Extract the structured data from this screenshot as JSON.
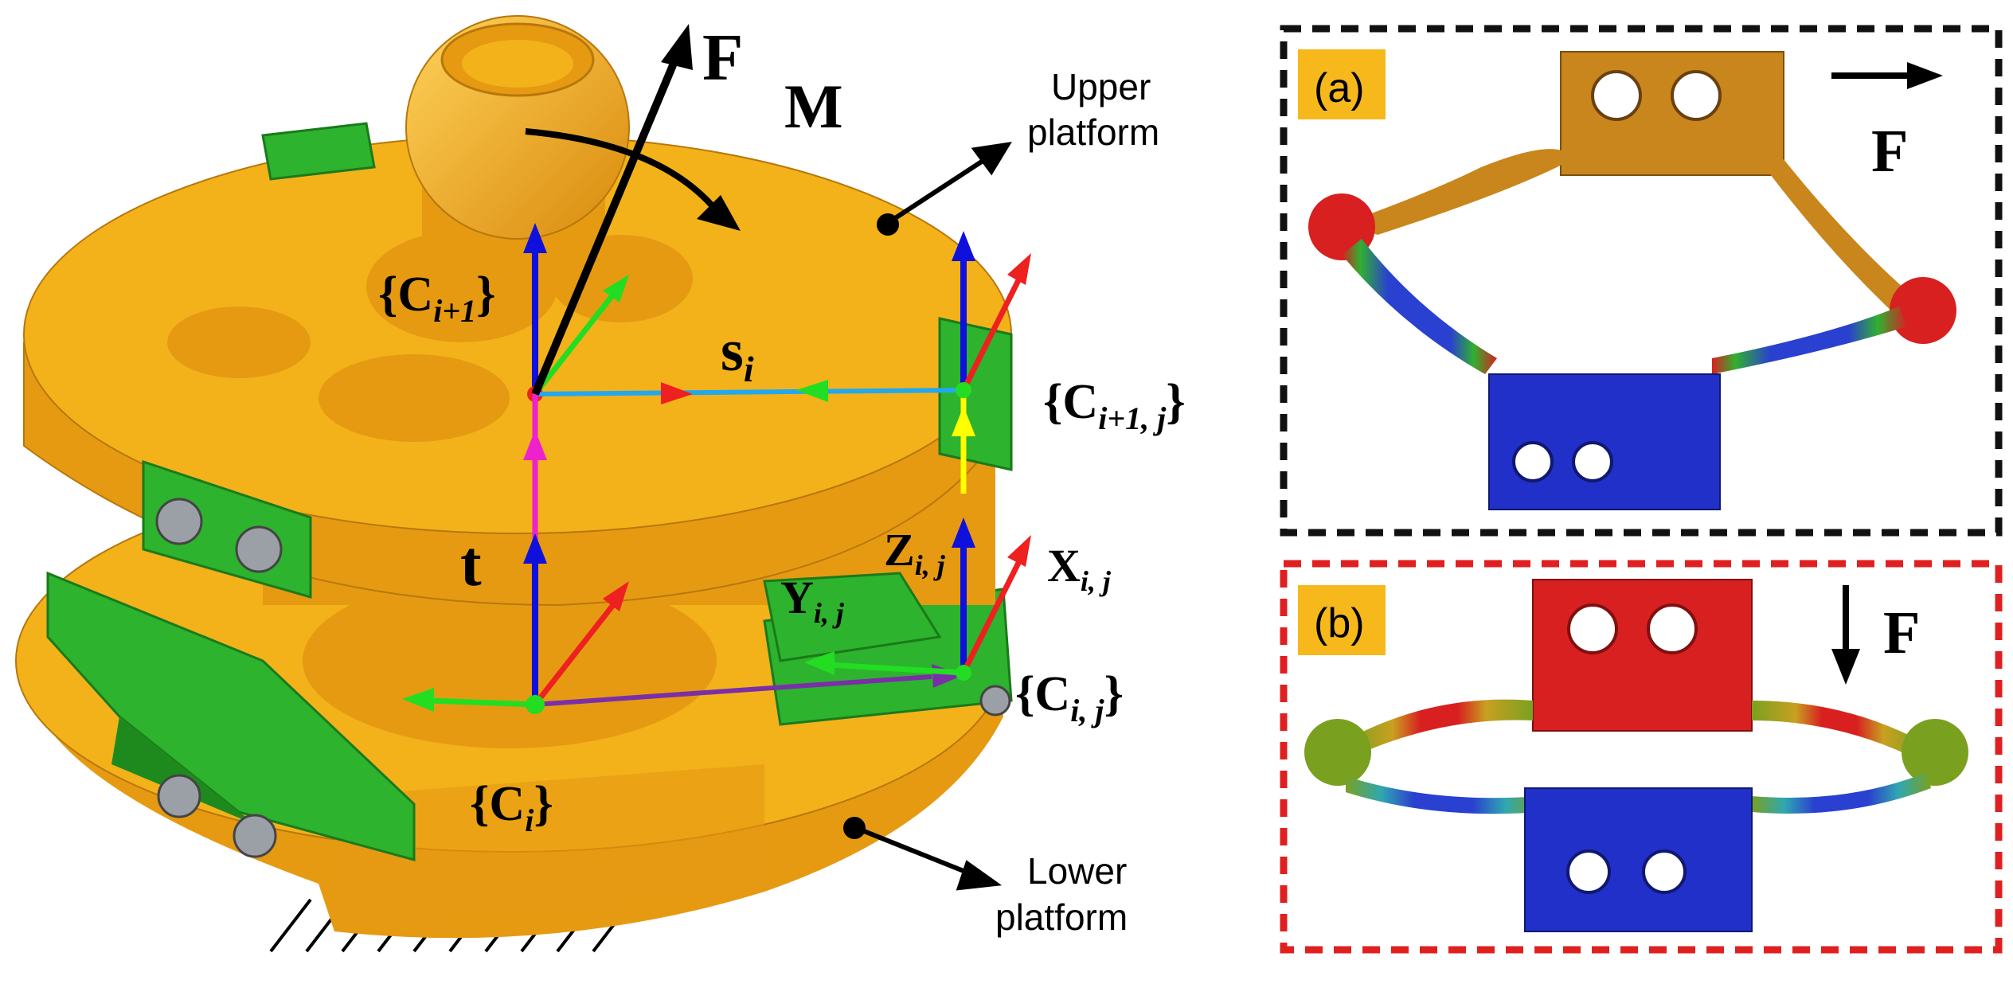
{
  "labels": {
    "force_symbol": "F",
    "moment_symbol": "M",
    "upper_platform_line1": "Upper",
    "upper_platform_line2": "platform",
    "lower_platform_line1": "Lower",
    "lower_platform_line2": "platform",
    "frame_ci1": "{C",
    "frame_ci1_sub": "i+1",
    "frame_ci1_close": "}",
    "frame_ci1j": "{C",
    "frame_ci1j_sub": "i+1, j",
    "frame_ci1j_close": "}",
    "frame_cij": "{C",
    "frame_cij_sub": "i, j",
    "frame_cij_close": "}",
    "frame_ci": "{C",
    "frame_ci_sub": "i",
    "frame_ci_close": "}",
    "vec_s": "s",
    "vec_s_sub": "i",
    "vec_t": "t",
    "axis_z": "Z",
    "axis_z_sub": "i, j",
    "axis_x": "X",
    "axis_x_sub": "i, j",
    "axis_y": "Y",
    "axis_y_sub": "i, j"
  },
  "panels": [
    {
      "tag": "(a)",
      "force": "F",
      "force_dir": "right",
      "border": "#111111"
    },
    {
      "tag": "(b)",
      "force": "F",
      "force_dir": "down",
      "border": "#e02020"
    }
  ],
  "colors": {
    "platform": "#f3b21a",
    "platform_side": "#e69a12",
    "platform_shadow": "#c9800f",
    "flexure_green": "#2db32d",
    "flexure_dark": "#1e8a1e",
    "axis_blue": "#1010dd",
    "axis_red": "#ee2020",
    "axis_green": "#22dd22",
    "vec_cyan": "#22a8ee",
    "vec_magenta": "#ee22cc",
    "vec_purple": "#7a2fa8",
    "vec_yellow": "#ffff00",
    "tag_bg": "#f7b81c",
    "fea_blue": "#2030c8",
    "fea_red": "#d82020",
    "fea_orange": "#c8861c"
  }
}
